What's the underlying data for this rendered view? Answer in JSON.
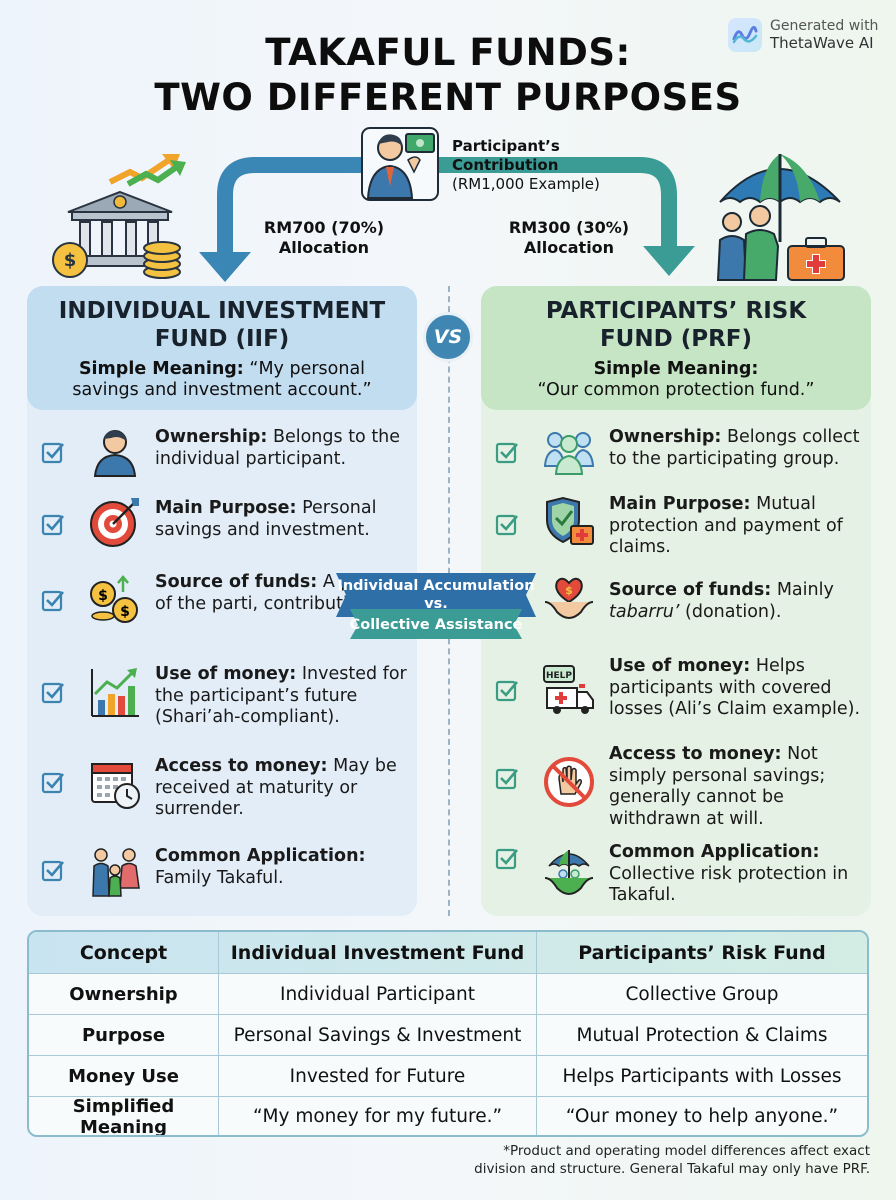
{
  "title_line1": "TAKAFUL FUNDS:",
  "title_line2": "TWO DIFFERENT PURPOSES",
  "brand": {
    "line1": "Generated with",
    "line2": "ThetaWave AI"
  },
  "contribution": {
    "line1": "Participant’s",
    "line2": "Contribution",
    "line3": "(RM1,000 Example)"
  },
  "allocation_left": {
    "line1": "RM700 (70%)",
    "line2": "Allocation"
  },
  "allocation_right": {
    "line1": "RM300 (30%)",
    "line2": "Allocation"
  },
  "vs_label": "VS",
  "ribbon": {
    "line1": "Individual Accumulation",
    "line2": "vs.",
    "line3": "Collective Assistance"
  },
  "iif": {
    "title_line1": "INDIVIDUAL INVESTMENT",
    "title_line2": "FUND (IIF)",
    "meaning_label": "Simple Meaning:",
    "meaning_line1": " “My personal",
    "meaning_line2": "savings and investment account.”",
    "items": [
      {
        "label": "Ownership:",
        "text": " Belongs to the individual participant."
      },
      {
        "label": "Main Purpose:",
        "text": " Personal savings and investment."
      },
      {
        "label": "Source of funds:",
        "text": " A portion of the parti, contribution."
      },
      {
        "label": "Use of money:",
        "text": " Invested for the participant’s future (Shari’ah-compliant)."
      },
      {
        "label": "Access to money:",
        "text": " May be received at maturity or surrender."
      },
      {
        "label": "Common Application:",
        "text": " Family Takaful."
      }
    ]
  },
  "prf": {
    "title_line1": "PARTICIPANTS’ RISK",
    "title_line2": "FUND (PRF)",
    "meaning_label": "Simple Meaning:",
    "meaning_line2": "“Our common protection fund.”",
    "items": [
      {
        "label": "Ownership:",
        "text": " Belongs collect to the participating group."
      },
      {
        "label": "Main Purpose:",
        "text": " Mutual protection and payment of claims."
      },
      {
        "label": "Source of funds:",
        "text": " Mainly ",
        "emphasis": "tabarru’",
        "text_after": " (donation)."
      },
      {
        "label": "Use of money:",
        "text": " Helps participants with covered losses (Ali’s Claim example)."
      },
      {
        "label": "Access to money:",
        "text": " Not simply personal savings; generally cannot be withdrawn at will."
      },
      {
        "label": "Common Application:",
        "text": " Collective risk protection in Takaful."
      }
    ],
    "help_sign": "HELP"
  },
  "table": {
    "headers": [
      "Concept",
      "Individual Investment Fund",
      "Participants’ Risk Fund"
    ],
    "rows": [
      [
        "Ownership",
        "Individual Participant",
        "Collective Group"
      ],
      [
        "Purpose",
        "Personal Savings & Investment",
        "Mutual Protection & Claims"
      ],
      [
        "Money Use",
        "Invested for Future",
        "Helps Participants with Losses"
      ],
      [
        "Simplified Meaning",
        "“My money for my future.”",
        "“Our money to help anyone.”"
      ]
    ]
  },
  "footnote_line1": "*Product and operating model differences affect exact",
  "footnote_line2": "division and structure. General Takaful may only have PRF.",
  "colors": {
    "iif_panel": "#e2edf7",
    "prf_panel": "#e5f1e4",
    "accent_blue": "#3f86b2",
    "accent_teal": "#3a9c95"
  }
}
